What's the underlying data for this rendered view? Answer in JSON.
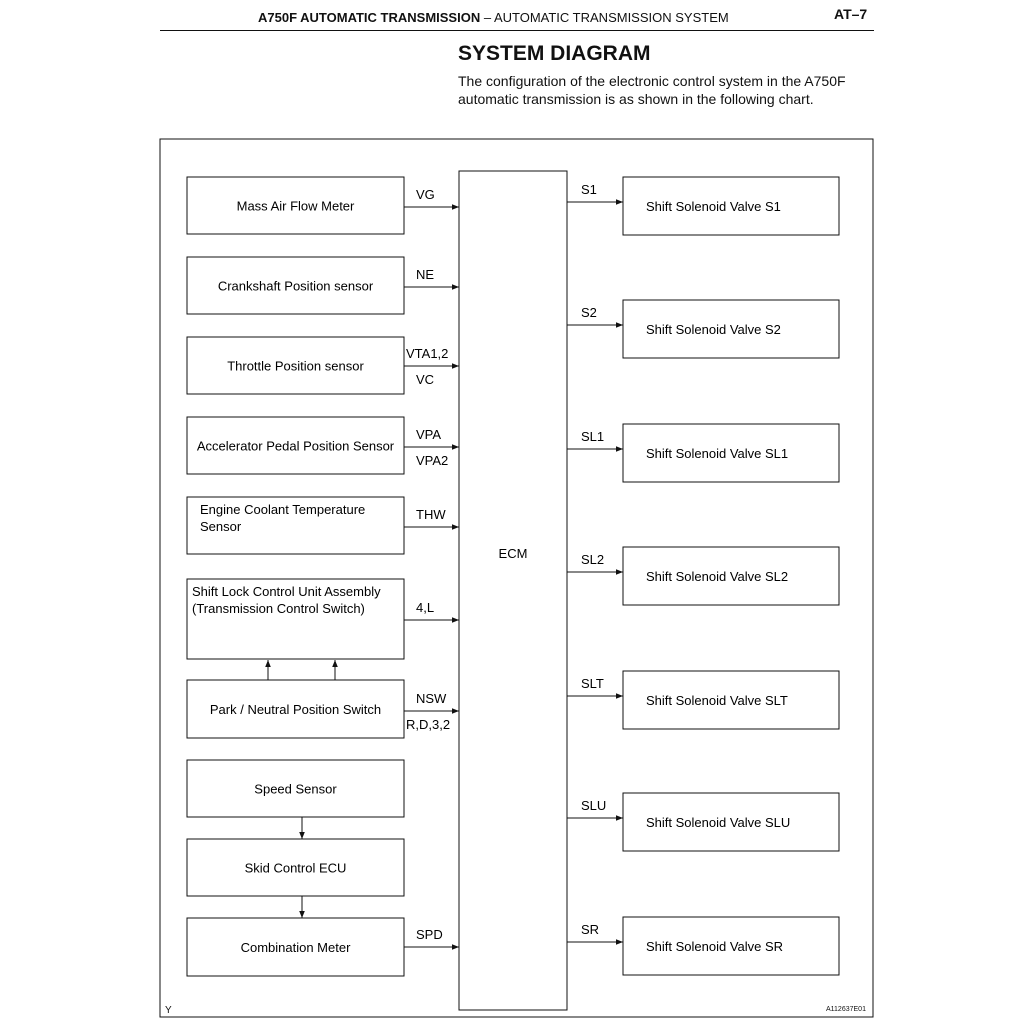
{
  "header": {
    "title_bold": "A750F AUTOMATIC TRANSMISSION",
    "title_rest": " –  AUTOMATIC TRANSMISSION SYSTEM",
    "page": "AT–7"
  },
  "section": {
    "title": "SYSTEM DIAGRAM",
    "intro": "The configuration of the electronic control system in the A750F automatic transmission is as shown in the following chart."
  },
  "diagram": {
    "ecm_label": "ECM",
    "inputs": [
      {
        "id": "maf",
        "lines": [
          "Mass Air Flow Meter"
        ],
        "signals": [
          "VG"
        ]
      },
      {
        "id": "ckp",
        "lines": [
          "Crankshaft Position sensor"
        ],
        "signals": [
          "NE"
        ]
      },
      {
        "id": "tps",
        "lines": [
          "Throttle Position sensor"
        ],
        "signals": [
          "VTA1,2",
          "VC"
        ]
      },
      {
        "id": "app",
        "lines": [
          "Accelerator Pedal Position Sensor"
        ],
        "signals": [
          "VPA",
          "VPA2"
        ]
      },
      {
        "id": "ect",
        "lines": [
          "Engine Coolant Temperature",
          "Sensor"
        ],
        "signals": [
          "THW"
        ]
      },
      {
        "id": "shiftlock",
        "lines": [
          "Shift Lock Control Unit Assembly",
          "(Transmission Control Switch)"
        ],
        "signals": [
          "4,L"
        ]
      },
      {
        "id": "pnp",
        "lines": [
          "Park / Neutral Position Switch"
        ],
        "signals": [
          "NSW",
          "R,D,3,2"
        ]
      },
      {
        "id": "speed",
        "lines": [
          "Speed Sensor"
        ],
        "signals": []
      },
      {
        "id": "skid",
        "lines": [
          "Skid Control ECU"
        ],
        "signals": []
      },
      {
        "id": "meter",
        "lines": [
          "Combination Meter"
        ],
        "signals": [
          "SPD"
        ]
      }
    ],
    "outputs": [
      {
        "id": "s1",
        "signal": "S1",
        "label": "Shift Solenoid Valve S1"
      },
      {
        "id": "s2",
        "signal": "S2",
        "label": "Shift Solenoid Valve S2"
      },
      {
        "id": "sl1",
        "signal": "SL1",
        "label": "Shift Solenoid Valve SL1"
      },
      {
        "id": "sl2",
        "signal": "SL2",
        "label": "Shift Solenoid Valve SL2"
      },
      {
        "id": "slt",
        "signal": "SLT",
        "label": "Shift Solenoid Valve SLT"
      },
      {
        "id": "slu",
        "signal": "SLU",
        "label": "Shift Solenoid Valve SLU"
      },
      {
        "id": "sr",
        "signal": "SR",
        "label": "Shift Solenoid Valve SR"
      }
    ]
  },
  "footer": {
    "left_mark": "Y",
    "figure_code": "A112637E01"
  }
}
